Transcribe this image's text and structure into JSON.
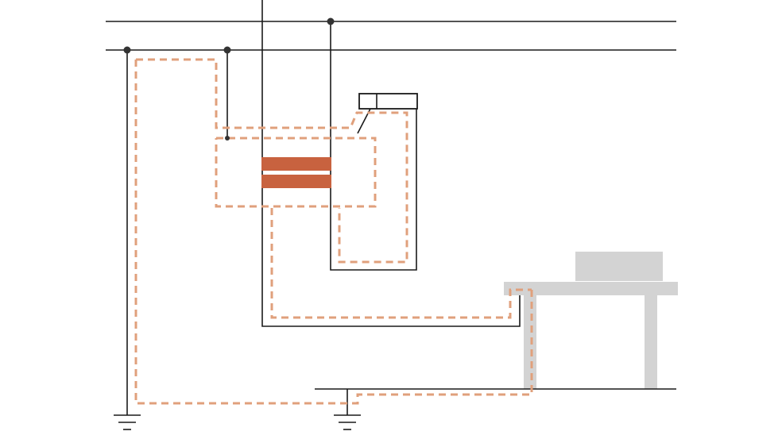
{
  "colors": {
    "wire": "#1a1a1a",
    "fault_path": "#e0a07c",
    "capacitor_plate": "#c8623f",
    "equipment": "#d3d3d3",
    "background": "#ffffff"
  },
  "elements": {
    "power_lines": 2,
    "capacitor_plates": 2,
    "ground_symbols": 2,
    "junction_dots": 4
  }
}
